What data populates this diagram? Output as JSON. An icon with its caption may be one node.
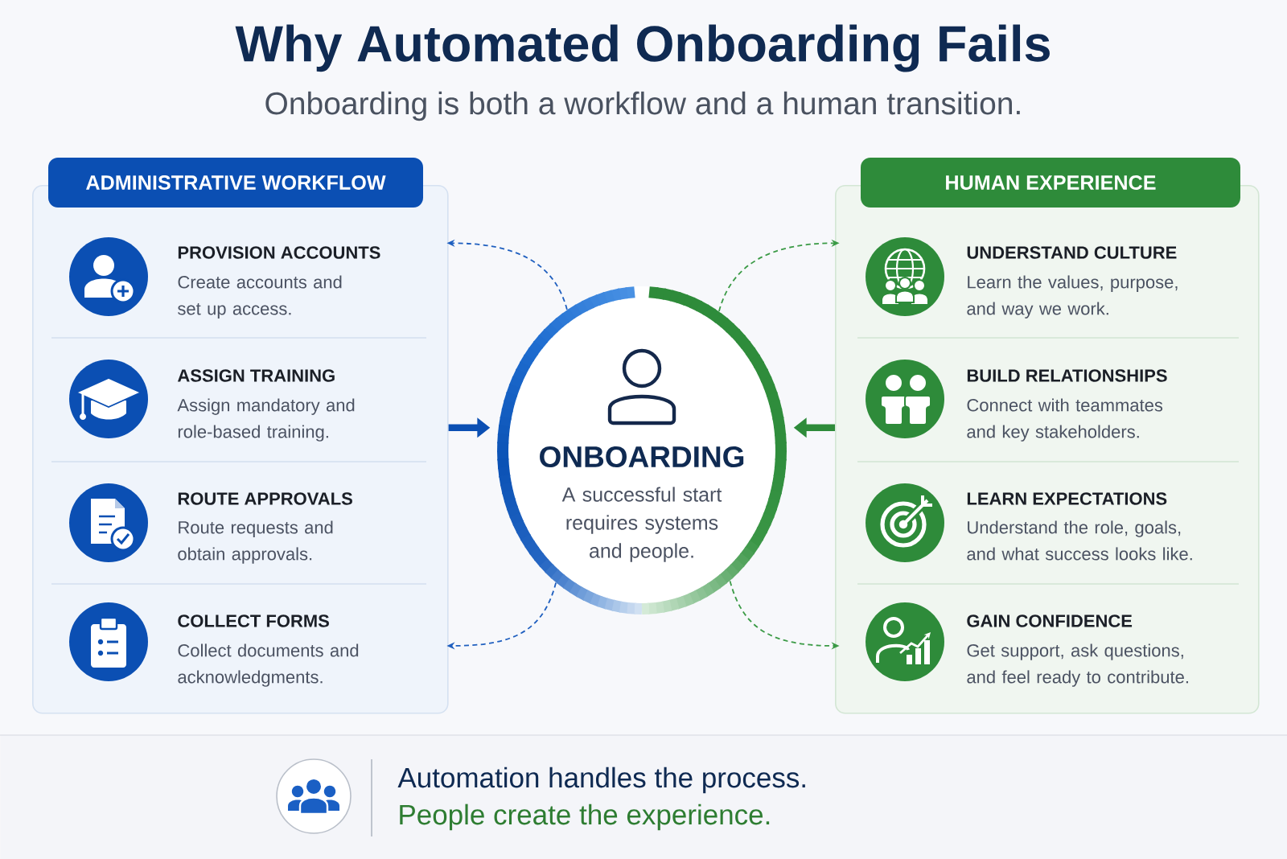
{
  "diagram": {
    "title": "Why Automated Onboarding Fails",
    "nodes": [
      {
        "text": [
          "ADMINISTRATIVE WORKFLOW"
        ]
      },
      {
        "text": [
          "PROVISION ACCOUNTS",
          "Create accounts and set up access."
        ],
        "in": 0
      },
      {
        "text": [
          "ASSIGN TRAINING",
          "Assign mandatory and role-based training."
        ],
        "in": 0
      },
      {
        "text": [
          "ROUTE APPROVALS",
          "Route requests and obtain approvals."
        ],
        "in": 0
      },
      {
        "text": [
          "COLLECT FORMS",
          "Collect documents and acknowledgments."
        ],
        "in": 0
      },
      {
        "text": [
          "ONBOARDING",
          "A successful start requires systems and people."
        ]
      },
      {
        "text": [
          "HUMAN EXPERIENCE"
        ]
      },
      {
        "text": [
          "UNDERSTAND CULTURE",
          "Learn the values, purpose, and way we work."
        ],
        "in": 6
      },
      {
        "text": [
          "BUILD RELATIONSHIPS",
          "Connect with teammates and key stakeholders."
        ],
        "in": 6
      },
      {
        "text": [
          "LEARN EXPECTATIONS",
          "Understand the role, goals, and what success looks like."
        ],
        "in": 6
      },
      {
        "text": [
          "GAIN CONFIDENCE",
          "Get support, ask questions, and feel ready to contribute."
        ],
        "in": 6
      },
      {
        "text": [
          "Automation handles the process.",
          "People create the experience."
        ]
      }
    ],
    "edges": [
      {
        "from": 0,
        "to": 5,
        "arrow": "to",
        "style": "thick",
        "color": "#0b4fb3"
      },
      {
        "from": 6,
        "to": 5,
        "arrow": "to",
        "style": "thick",
        "color": "#2e8b3a"
      },
      {
        "from": 5,
        "to": 1,
        "arrow": "to",
        "style": "dashed",
        "color": "#1f5fbf"
      },
      {
        "from": 5,
        "to": 4,
        "arrow": "to",
        "style": "dashed",
        "color": "#1f5fbf"
      },
      {
        "from": 5,
        "to": 7,
        "arrow": "to",
        "style": "dashed",
        "color": "#3a9a45"
      },
      {
        "from": 5,
        "to": 10,
        "arrow": "to",
        "style": "dashed",
        "color": "#3a9a45"
      }
    ],
    "labels": [
      "Onboarding is both a workflow and a human transition."
    ]
  }
}
